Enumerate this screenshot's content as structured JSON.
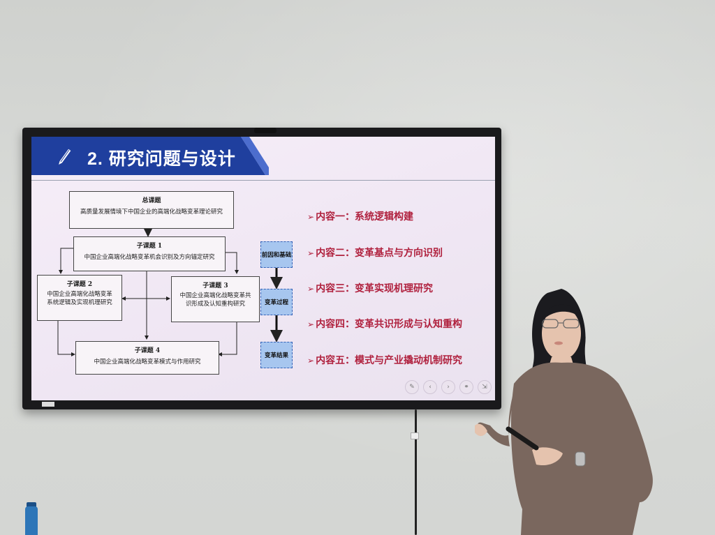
{
  "slide": {
    "title": "2. 研究问题与设计",
    "main_topic": {
      "heading": "总课题",
      "text": "高质量发展情境下中国企业的高端化战略变革理论研究"
    },
    "sub1": {
      "heading": "子课题 1",
      "text": "中国企业高端化战略变革机会识别及方向锚定研究"
    },
    "sub2": {
      "heading": "子课题 2",
      "line1": "中国企业高端化战略变革",
      "line2": "系统逻辑及实现机理研究"
    },
    "sub3": {
      "heading": "子课题 3",
      "line1": "中国企业高端化战略变革共",
      "line2": "识形成及认知重构研究"
    },
    "sub4": {
      "heading": "子课题 4",
      "text": "中国企业高端化战略变革模式与作用研究"
    },
    "stages": [
      "前因和基础",
      "变革过程",
      "变革结果"
    ],
    "contents": [
      "内容一：系统逻辑构建",
      "内容二：变革基点与方向识别",
      "内容三：变革实现机理研究",
      "内容四：变革共识形成与认知重构",
      "内容五：模式与产业撬动机制研究"
    ],
    "colors": {
      "title_bar": "#1f3f9e",
      "content_text": "#b0213e",
      "stage_box": "#a7c6ef"
    }
  }
}
